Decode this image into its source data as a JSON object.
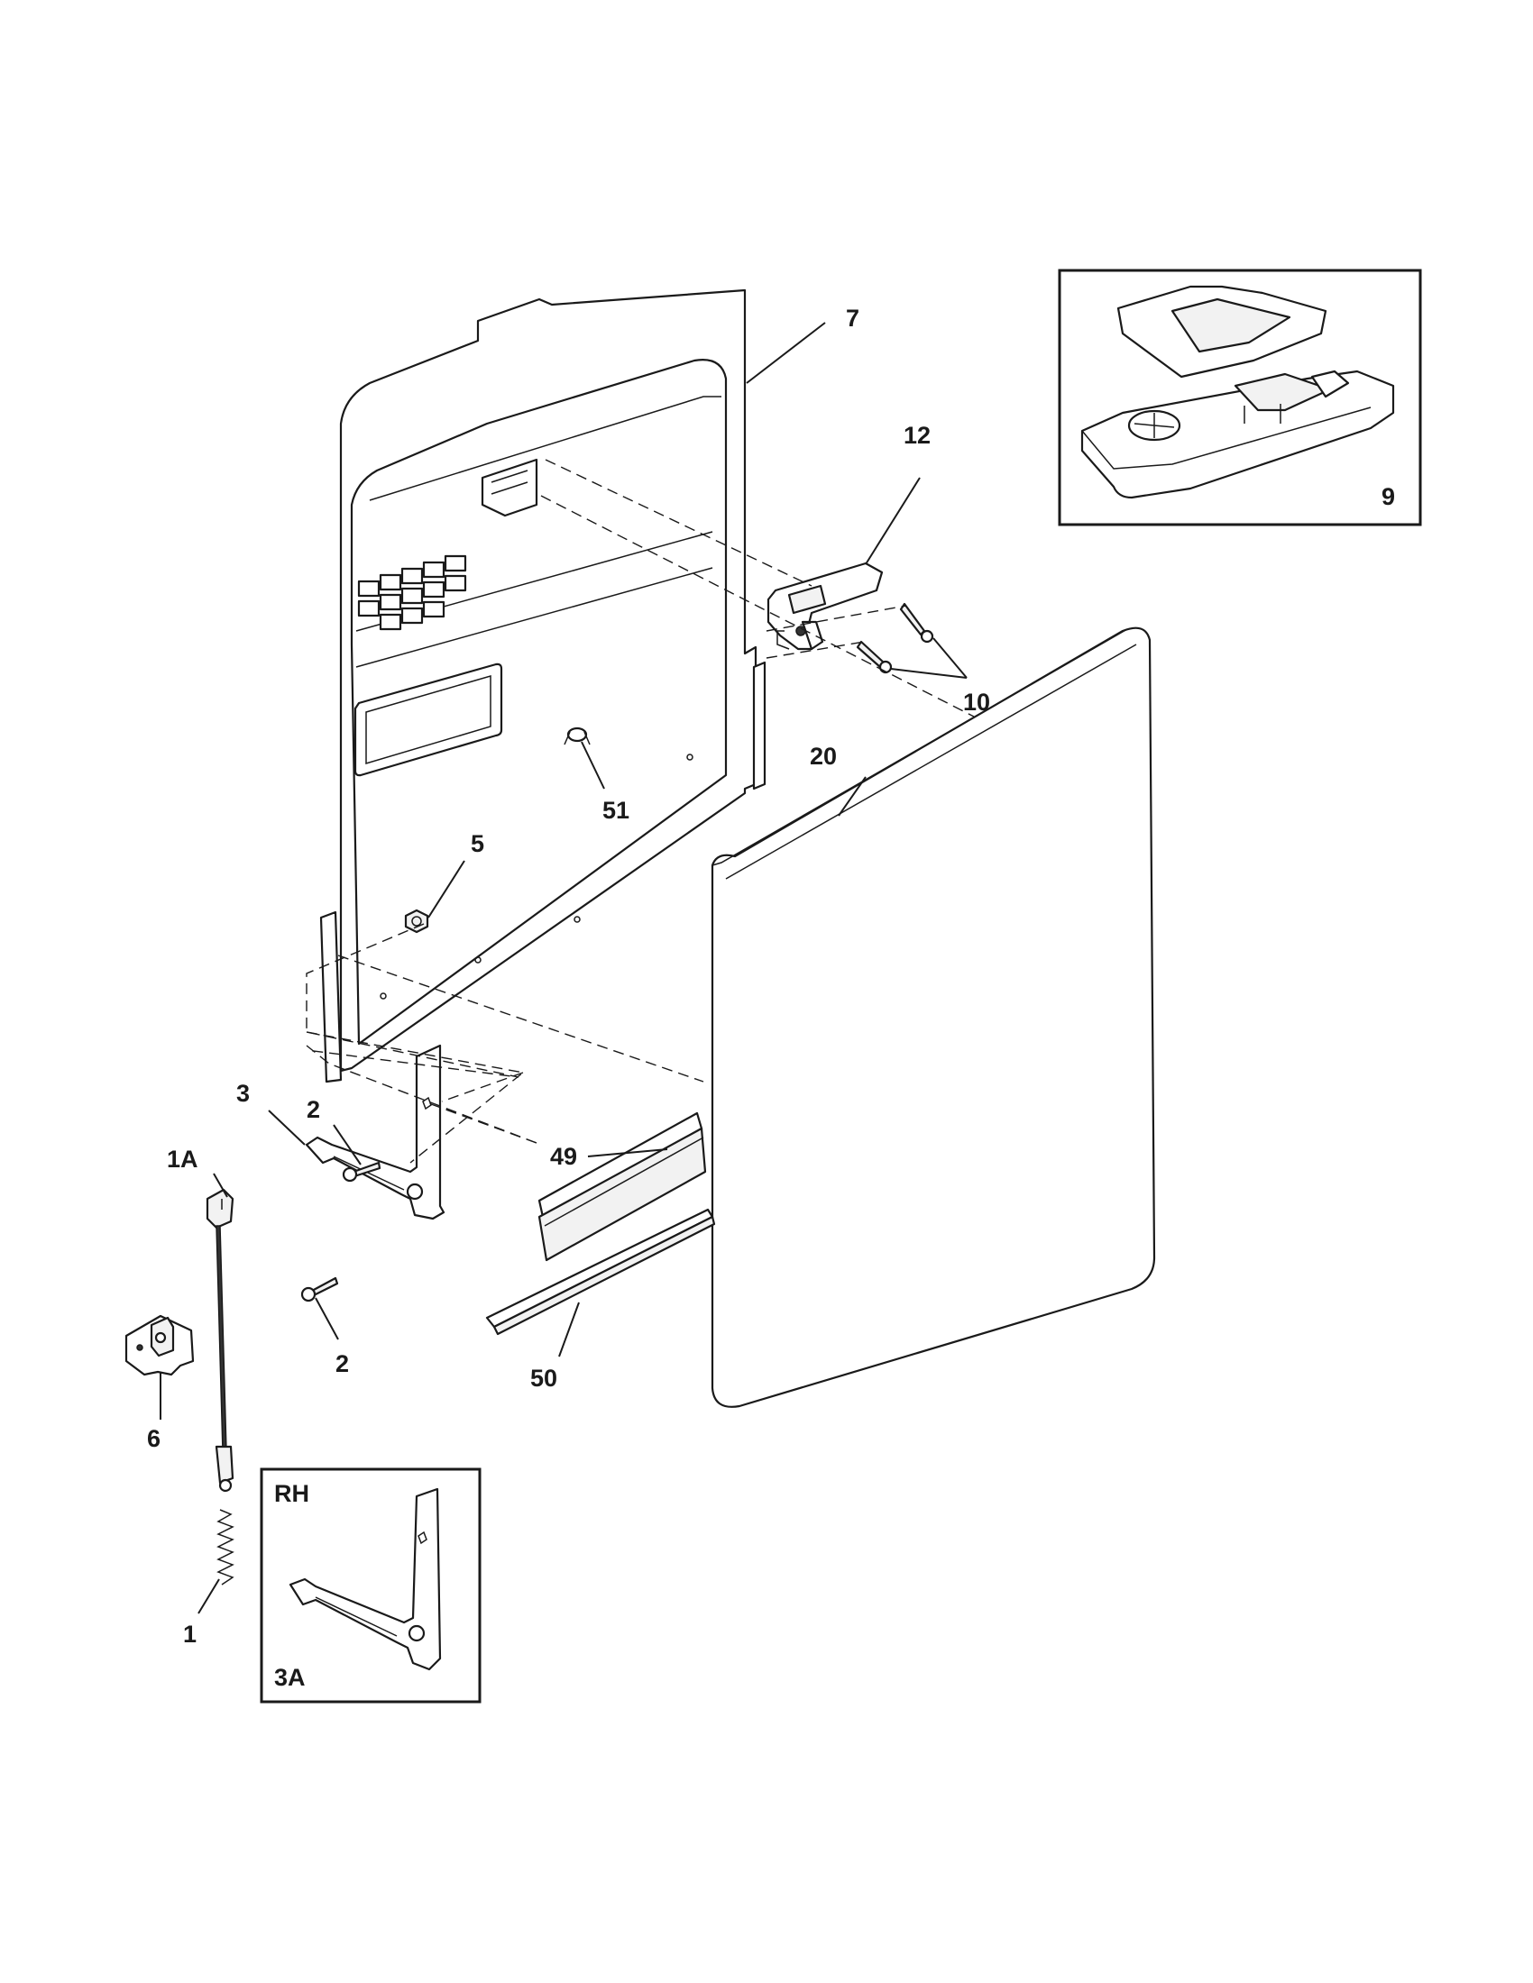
{
  "diagram": {
    "callouts": {
      "c7": "7",
      "c12": "12",
      "c9": "9",
      "c10": "10",
      "c20": "20",
      "c51": "51",
      "c5": "5",
      "c3": "3",
      "c2_top": "2",
      "c2_bottom": "2",
      "c1A": "1A",
      "c49": "49",
      "c50": "50",
      "c6": "6",
      "c1": "1"
    },
    "inset_hinge": {
      "side_label": "RH",
      "part_label": "3A"
    }
  }
}
